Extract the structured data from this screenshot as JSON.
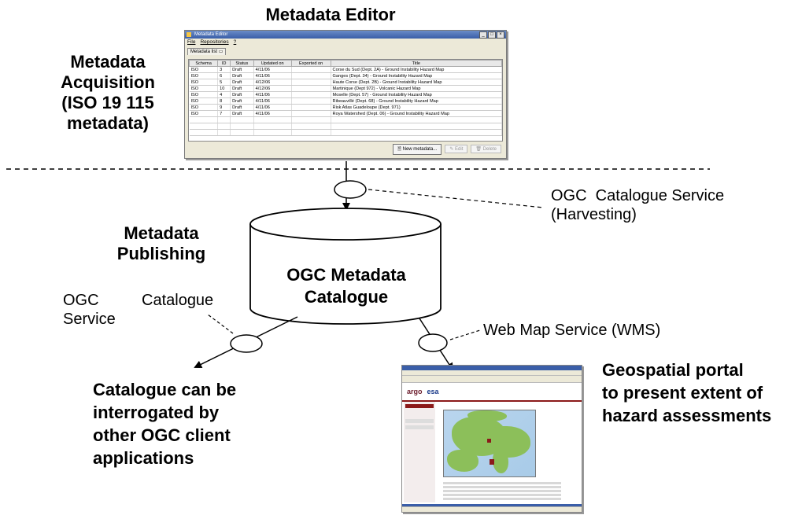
{
  "title": "Metadata Editor",
  "labels": {
    "acquisition": [
      "Metadata",
      "Acquisition",
      "(ISO 19 115",
      "metadata)"
    ],
    "harvesting": [
      "OGC  Catalogue Service",
      "(Harvesting)"
    ],
    "publishing": [
      "Metadata",
      "Publishing"
    ],
    "catalogue": [
      "OGC Metadata",
      "Catalogue"
    ],
    "ogc_service_left": {
      "line1_a": "OGC",
      "line1_b": "Catalogue",
      "line2": "Service"
    },
    "wms": "Web Map Service (WMS)",
    "interrogated": [
      "Catalogue can be",
      "interrogated by",
      "other OGC client",
      "applications"
    ],
    "portal": [
      "Geospatial portal",
      "to present extent of",
      "hazard assessments"
    ]
  },
  "editor": {
    "window_title": "Metadata Editor",
    "menu": [
      "File",
      "Repositories",
      "?"
    ],
    "tab": "Metadata list",
    "columns": [
      "Schema",
      "ID",
      "Status",
      "Updated on",
      "Exported on",
      "Title"
    ],
    "rows": [
      [
        "ISO",
        "3",
        "Draft",
        "4/11/06",
        "",
        "Corse du Sud (Dept. 2A) - Ground Instability Hazard Map"
      ],
      [
        "ISO",
        "6",
        "Draft",
        "4/11/06",
        "",
        "Ganges (Dept. 34) -  Ground Instability Hazard Map"
      ],
      [
        "ISO",
        "5",
        "Draft",
        "4/12/06",
        "",
        "Haute Corse (Dept. 2B) - Ground Instability Hazard Map"
      ],
      [
        "ISO",
        "10",
        "Draft",
        "4/12/06",
        "",
        "Martinique (Dept 972) - Volcanic Hazard Map"
      ],
      [
        "ISO",
        "4",
        "Draft",
        "4/11/06",
        "",
        "Moselle (Dept. 57) - Ground Instability Hazard Map"
      ],
      [
        "ISO",
        "8",
        "Draft",
        "4/11/06",
        "",
        "Ribeauvillé (Dept. 68) - Ground Instability Hazard Map"
      ],
      [
        "ISO",
        "9",
        "Draft",
        "4/11/06",
        "",
        "Risk Atlas Guadeloupe (Dept. 971)"
      ],
      [
        "ISO",
        "7",
        "Draft",
        "4/11/06",
        "",
        "Roya Watershed (Dept. 06) - Ground Instability Hazard Map"
      ]
    ],
    "buttons": {
      "new": "New metadata...",
      "edit": "Edit",
      "delete": "Delete"
    }
  },
  "portal_screen": {
    "logo_a": "argo",
    "logo_b": "esa"
  }
}
